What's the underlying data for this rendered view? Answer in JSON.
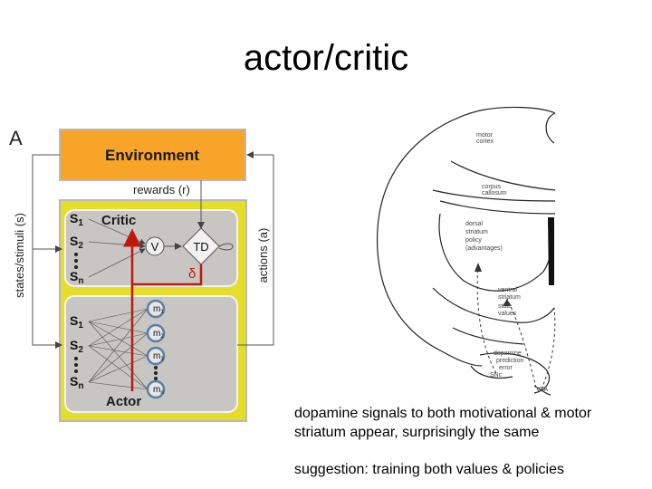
{
  "slide": {
    "title": "actor/critic",
    "caption_line1": "dopamine signals to both motivational & motor",
    "caption_line2": "striatum appear, surprisingly the same",
    "caption_line3": "suggestion: training both values & policies"
  },
  "panel_a": {
    "panel_letter": "A",
    "environment": "Environment",
    "rewards": "rewards (r)",
    "critic": "Critic",
    "actor": "Actor",
    "value": "V",
    "td": "TD",
    "delta": "δ",
    "states_axis": "states/stimuli (s)",
    "actions_axis": "actions (a)",
    "state_s": "S",
    "sub1": "1",
    "sub2": "2",
    "subn": "n",
    "m": "m",
    "m_sub1": "1",
    "m_sub2": "2",
    "m_sub3": "3",
    "m_subn": "n"
  },
  "brain": {
    "motor_cortex": [
      "motor",
      "cortex"
    ],
    "corpus_callosum": [
      "corpus",
      "callosum"
    ],
    "dorsal_striatum": [
      "dorsal",
      "striatum",
      "policy",
      "(advantages)"
    ],
    "ventral_striatum": [
      "ventral",
      "striatum",
      "state",
      "values"
    ],
    "dopamine": [
      "dopamine",
      "prediction",
      "error"
    ],
    "sn": "SNc",
    "vta": "VTA"
  },
  "colors": {
    "environment": "#f7a428",
    "yellow_panel": "#e4de2a",
    "gray_box": "#c7c6c2",
    "red_signal": "#c0180d"
  }
}
